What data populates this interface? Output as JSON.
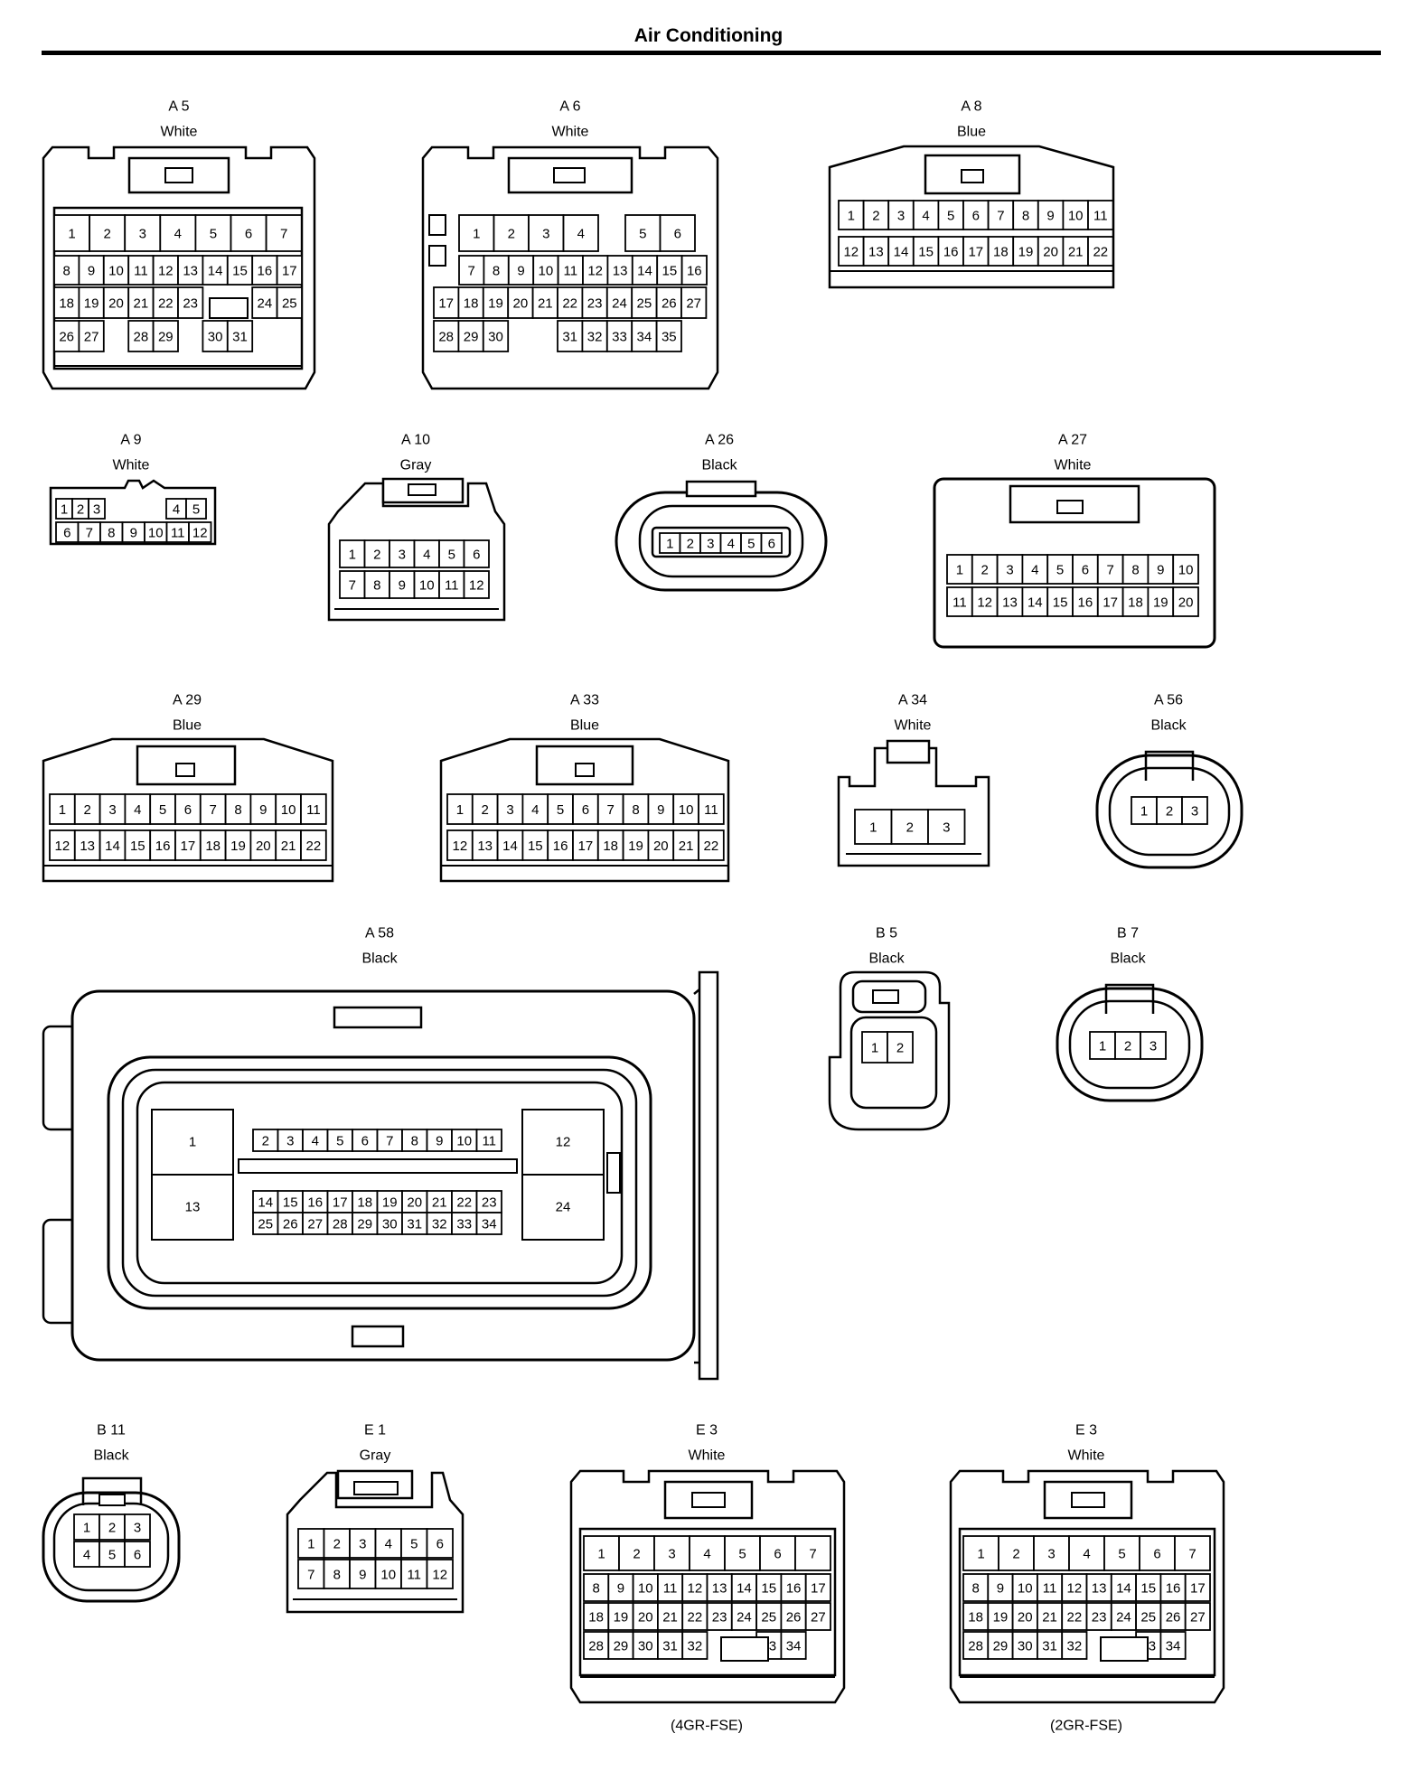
{
  "page": {
    "title": "Air Conditioning"
  },
  "connectors": [
    {
      "id": "A 5",
      "color": "White",
      "note": "",
      "rows": [
        [
          "1",
          "2",
          "3",
          "4",
          "5",
          "6",
          "7"
        ],
        [
          "8",
          "9",
          "10",
          "11",
          "12",
          "13",
          "14",
          "15",
          "16",
          "17"
        ],
        [
          "18",
          "19",
          "20",
          "21",
          "22",
          "23",
          "",
          "24",
          "25"
        ],
        [
          "26",
          "27",
          "",
          "28",
          "29",
          "",
          "30",
          "31"
        ]
      ]
    },
    {
      "id": "A 6",
      "color": "White",
      "note": "",
      "rows": [
        [
          "1",
          "2",
          "3",
          "4",
          "",
          "5",
          "6"
        ],
        [
          "7",
          "8",
          "9",
          "10",
          "11",
          "12",
          "13",
          "14",
          "15",
          "16"
        ],
        [
          "17",
          "18",
          "19",
          "20",
          "21",
          "22",
          "23",
          "24",
          "25",
          "26",
          "27"
        ],
        [
          "28",
          "29",
          "30",
          "",
          "31",
          "32",
          "33",
          "34",
          "35"
        ]
      ]
    },
    {
      "id": "A 8",
      "color": "Blue",
      "note": "",
      "rows": [
        [
          "1",
          "2",
          "3",
          "4",
          "5",
          "6",
          "7",
          "8",
          "9",
          "10",
          "11"
        ],
        [
          "12",
          "13",
          "14",
          "15",
          "16",
          "17",
          "18",
          "19",
          "20",
          "21",
          "22"
        ]
      ]
    },
    {
      "id": "A 9",
      "color": "White",
      "note": "",
      "rows": [
        [
          "1",
          "2",
          "3",
          "",
          "4",
          "5"
        ],
        [
          "6",
          "7",
          "8",
          "9",
          "10",
          "11",
          "12"
        ]
      ]
    },
    {
      "id": "A 10",
      "color": "Gray",
      "note": "",
      "rows": [
        [
          "1",
          "2",
          "3",
          "4",
          "5",
          "6"
        ],
        [
          "7",
          "8",
          "9",
          "10",
          "11",
          "12"
        ]
      ]
    },
    {
      "id": "A 26",
      "color": "Black",
      "note": "",
      "rows": [
        [
          "1",
          "2",
          "3",
          "4",
          "5",
          "6"
        ]
      ]
    },
    {
      "id": "A 27",
      "color": "White",
      "note": "",
      "rows": [
        [
          "1",
          "2",
          "3",
          "4",
          "5",
          "6",
          "7",
          "8",
          "9",
          "10"
        ],
        [
          "11",
          "12",
          "13",
          "14",
          "15",
          "16",
          "17",
          "18",
          "19",
          "20"
        ]
      ]
    },
    {
      "id": "A 29",
      "color": "Blue",
      "note": "",
      "rows": [
        [
          "1",
          "2",
          "3",
          "4",
          "5",
          "6",
          "7",
          "8",
          "9",
          "10",
          "11"
        ],
        [
          "12",
          "13",
          "14",
          "15",
          "16",
          "17",
          "18",
          "19",
          "20",
          "21",
          "22"
        ]
      ]
    },
    {
      "id": "A 33",
      "color": "Blue",
      "note": "",
      "rows": [
        [
          "1",
          "2",
          "3",
          "4",
          "5",
          "6",
          "7",
          "8",
          "9",
          "10",
          "11"
        ],
        [
          "12",
          "13",
          "14",
          "15",
          "16",
          "17",
          "18",
          "19",
          "20",
          "21",
          "22"
        ]
      ]
    },
    {
      "id": "A 34",
      "color": "White",
      "note": "",
      "rows": [
        [
          "1",
          "2",
          "3"
        ]
      ]
    },
    {
      "id": "A 56",
      "color": "Black",
      "note": "",
      "rows": [
        [
          "1",
          "2",
          "3"
        ]
      ]
    },
    {
      "id": "A 58",
      "color": "Black",
      "note": "",
      "rows": [
        [
          "1",
          "12",
          "13",
          "24"
        ],
        [
          "2",
          "3",
          "4",
          "5",
          "6",
          "7",
          "8",
          "9",
          "10",
          "11"
        ],
        [
          "14",
          "15",
          "16",
          "17",
          "18",
          "19",
          "20",
          "21",
          "22",
          "23"
        ],
        [
          "25",
          "26",
          "27",
          "28",
          "29",
          "30",
          "31",
          "32",
          "33",
          "34"
        ]
      ]
    },
    {
      "id": "B 5",
      "color": "Black",
      "note": "",
      "rows": [
        [
          "1",
          "2"
        ]
      ]
    },
    {
      "id": "B 7",
      "color": "Black",
      "note": "",
      "rows": [
        [
          "1",
          "2",
          "3"
        ]
      ]
    },
    {
      "id": "B 11",
      "color": "Black",
      "note": "",
      "rows": [
        [
          "1",
          "2",
          "3"
        ],
        [
          "4",
          "5",
          "6"
        ]
      ]
    },
    {
      "id": "E 1",
      "color": "Gray",
      "note": "",
      "rows": [
        [
          "1",
          "2",
          "3",
          "4",
          "5",
          "6"
        ],
        [
          "7",
          "8",
          "9",
          "10",
          "11",
          "12"
        ]
      ]
    },
    {
      "id": "E 3",
      "color": "White",
      "note": "(4GR-FSE)",
      "rows": [
        [
          "1",
          "2",
          "3",
          "4",
          "5",
          "6",
          "7"
        ],
        [
          "8",
          "9",
          "10",
          "11",
          "12",
          "13",
          "14",
          "15",
          "16",
          "17"
        ],
        [
          "18",
          "19",
          "20",
          "21",
          "22",
          "23",
          "24",
          "25",
          "26",
          "27"
        ],
        [
          "28",
          "29",
          "30",
          "31",
          "32",
          "",
          "33",
          "34"
        ]
      ]
    },
    {
      "id": "E 3",
      "color": "White",
      "note": "(2GR-FSE)",
      "rows": [
        [
          "1",
          "2",
          "3",
          "4",
          "5",
          "6",
          "7"
        ],
        [
          "8",
          "9",
          "10",
          "11",
          "12",
          "13",
          "14",
          "15",
          "16",
          "17"
        ],
        [
          "18",
          "19",
          "20",
          "21",
          "22",
          "23",
          "24",
          "25",
          "26",
          "27"
        ],
        [
          "28",
          "29",
          "30",
          "31",
          "32",
          "",
          "33",
          "34"
        ]
      ]
    }
  ]
}
